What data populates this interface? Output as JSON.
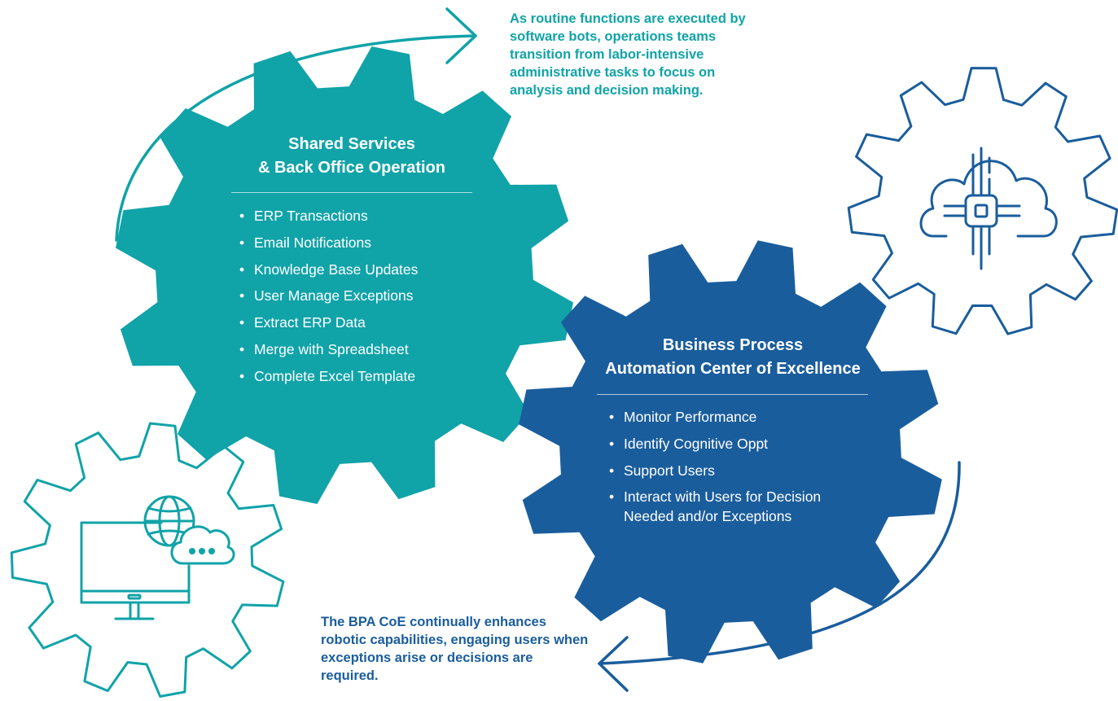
{
  "colors": {
    "teal": "#10a3a8",
    "blue": "#1a5d9c",
    "white": "#ffffff"
  },
  "notes": {
    "top": "As routine functions are executed by software bots, operations teams transition from labor-intensive administrative tasks to focus on analysis and decision making.",
    "bottom": "The BPA CoE continually enhances robotic capabilities, engaging users when exceptions arise or decisions are required."
  },
  "shared_services": {
    "title_line1": "Shared Services",
    "title_line2": "& Back Office Operation",
    "items": [
      "ERP Transactions",
      "Email Notifications",
      "Knowledge Base Updates",
      "User Manage Exceptions",
      "Extract ERP Data",
      "Merge with Spreadsheet",
      "Complete Excel Template"
    ]
  },
  "bpa_coe": {
    "title_line1": "Business Process",
    "title_line2": "Automation Center of Excellence",
    "items": [
      "Monitor Performance",
      "Identify Cognitive Oppt",
      "Support Users",
      "Interact with Users for Decision Needed and/or Exceptions"
    ]
  },
  "icons": {
    "outline_gear_top_right": "cloud-chip-icon",
    "outline_gear_bottom_left": "monitor-globe-cloud-icon",
    "arrow_top": "curved-arrow-right-icon",
    "arrow_bottom": "curved-arrow-left-icon"
  }
}
